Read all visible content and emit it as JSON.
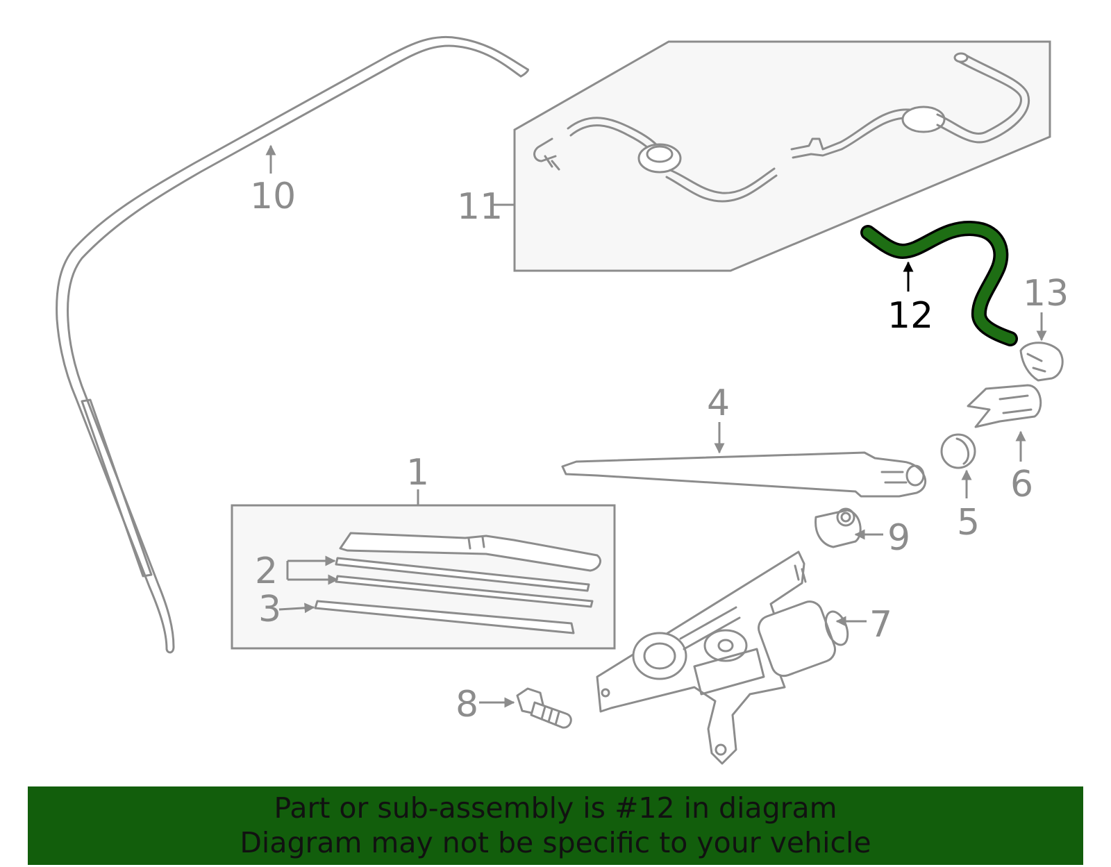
{
  "diagram": {
    "highlight_color": "#1e6e14",
    "part_color": "#8c8c8c",
    "callouts": {
      "c1": "1",
      "c2": "2",
      "c3": "3",
      "c4": "4",
      "c5": "5",
      "c6": "6",
      "c7": "7",
      "c8": "8",
      "c9": "9",
      "c10": "10",
      "c11": "11",
      "c12": "12",
      "c13": "13"
    },
    "highlighted_part": "12"
  },
  "footer": {
    "line1": "Part or sub-assembly is #12 in diagram",
    "line2": "Diagram may not be specific to your vehicle",
    "background": "#125e0c"
  }
}
